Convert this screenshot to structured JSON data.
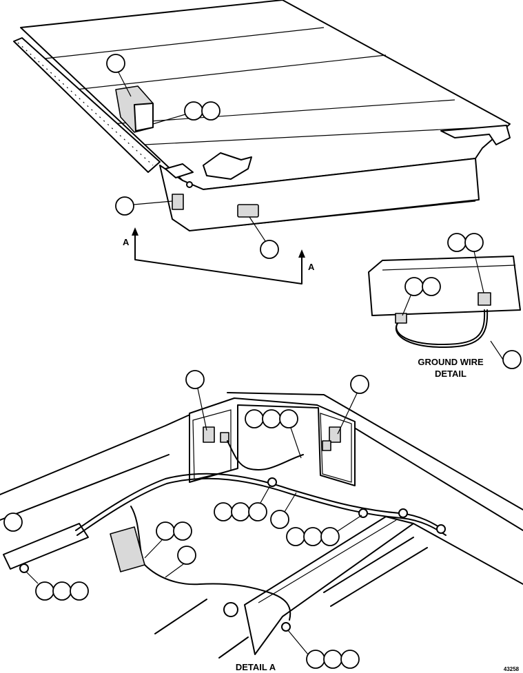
{
  "section_labels": {
    "arrow_left": "A",
    "arrow_right": "A",
    "ground_wire_line1": "GROUND WIRE",
    "ground_wire_line2": "DETAIL",
    "detail_a": "DETAIL A"
  },
  "drawing_number": "43258"
}
